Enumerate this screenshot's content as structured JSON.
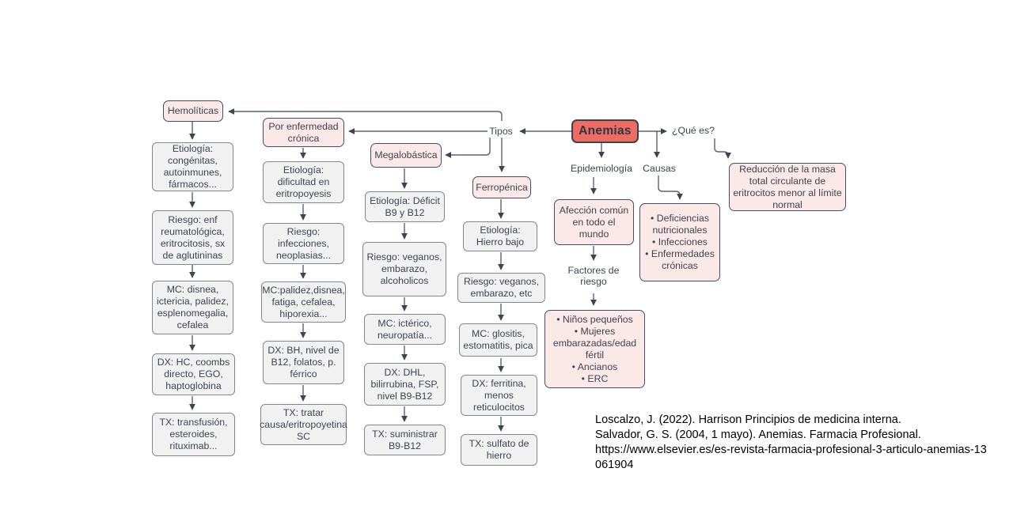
{
  "root": {
    "label": "Anemias"
  },
  "labels": {
    "tipos": "Tipos",
    "que_es": "¿Qué es?",
    "epidemiologia": "Epidemiología",
    "causas": "Causas",
    "factores_riesgo": "Factores de riesgo"
  },
  "definition_box": "Reducción de la masa total circulante de eritrocitos menor al límite normal",
  "epidemiologia_box": "Afección común en todo el mundo",
  "factores_items": [
    "Niños pequeños",
    "Mujeres embarazadas/edad fértil",
    "Ancianos",
    "ERC"
  ],
  "causas_items": [
    "Deficiencias nutricionales",
    "Infecciones",
    "Enfermedades crónicas"
  ],
  "types": [
    {
      "name": "Hemolíticas",
      "chain": [
        "Etiología: congénitas, autoinmunes, fármacos...",
        "Riesgo: enf reumatológica, eritrocitosis, sx de aglutininas",
        "MC: disnea, ictericia, palidez, esplenomegalia, cefalea",
        "DX: HC, coombs directo, EGO, haptoglobina",
        "TX: transfusión, esteroides, rituximab..."
      ]
    },
    {
      "name": "Por enfermedad crónica",
      "chain": [
        "Etiología: dificultad en eritropoyesis",
        "Riesgo: infecciones, neoplasias...",
        "MC:palidez,disnea, fatiga, cefalea, hiporexia...",
        "DX: BH, nivel de B12, folatos, p. férrico",
        "TX: tratar causa/eritropoyetina SC"
      ]
    },
    {
      "name": "Megalobástica",
      "chain": [
        "Etiología: Déficit B9 y B12",
        "Riesgo: veganos, embarazo, alcoholicos",
        "MC: ictérico, neuropatía...",
        "DX: DHL, bilirrubina, FSP, nivel B9-B12",
        "TX: suministrar B9-B12"
      ]
    },
    {
      "name": "Ferropénica",
      "chain": [
        "Etiología: Hierro bajo",
        "Riesgo: veganos, embarazo, etc",
        "MC: glositis, estomatitis, pica",
        "DX: ferritina, menos reticulocitos",
        "TX: sulfato de hierro"
      ]
    }
  ],
  "citation": {
    "lines": [
      "Loscalzo, J. (2022). Harrison Principios de medicina interna.",
      "Salvador, G. S. (2004, 1 mayo). Anemias. Farmacia Profesional.",
      "https://www.elsevier.es/es-revista-farmacia-profesional-3-articulo-anemias-13",
      "061904"
    ]
  },
  "colors": {
    "accent_red": "#ee6c62",
    "pink_fill": "#fbe9e7",
    "gray_fill": "#f1f1f2",
    "line": "#5a6270",
    "arrowhead": "#3d4451"
  }
}
